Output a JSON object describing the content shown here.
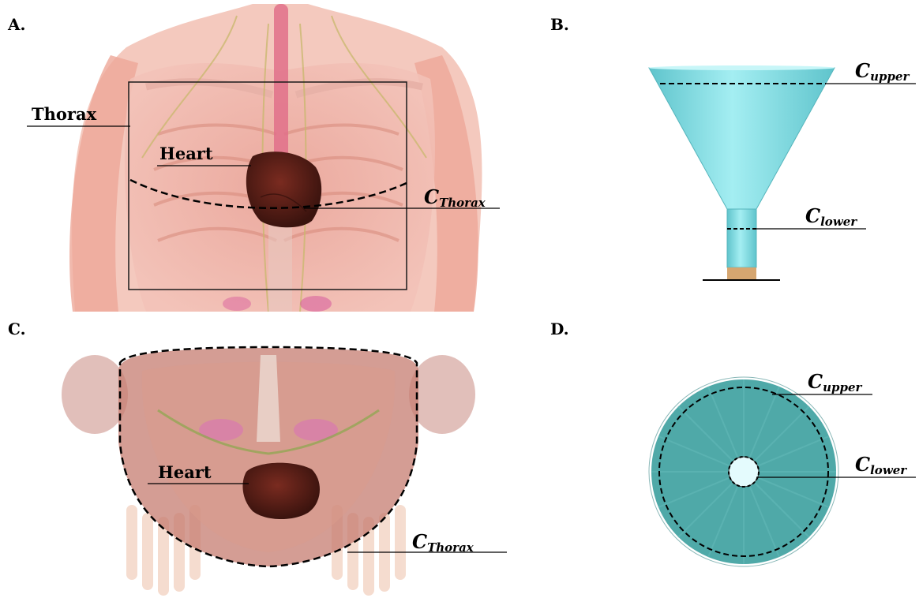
{
  "panels": {
    "a": {
      "letter": "A.",
      "thorax_label": "Thorax",
      "heart_label": "Heart",
      "contour_main": "C",
      "contour_sub": "Thorax"
    },
    "b": {
      "letter": "B.",
      "upper_main": "C",
      "upper_sub": "upper",
      "lower_main": "C",
      "lower_sub": "lower"
    },
    "c": {
      "letter": "C.",
      "heart_label": "Heart",
      "contour_main": "C",
      "contour_sub": "Thorax"
    },
    "d": {
      "letter": "D.",
      "upper_main": "C",
      "upper_sub": "upper",
      "lower_main": "C",
      "lower_sub": "lower"
    }
  },
  "colors": {
    "skin": "#f1b3a6",
    "muscle": "#e58f7e",
    "heart": "#5a2118",
    "funnel": "#7fd8de",
    "funnel_dark": "#4fb8c0",
    "disk": "#4aa7a6",
    "base": "#d2a574"
  }
}
